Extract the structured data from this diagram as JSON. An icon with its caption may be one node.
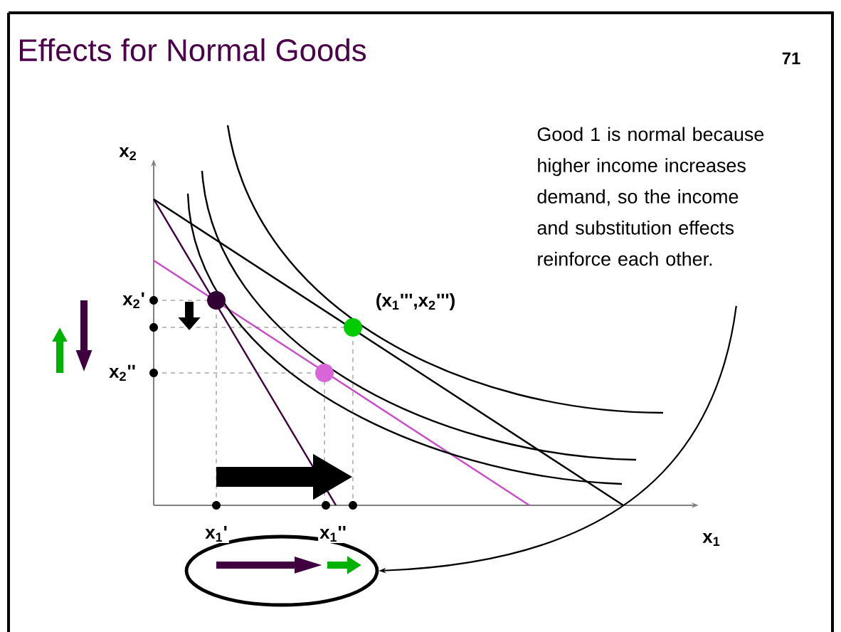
{
  "diagram": {
    "title": "Effects for Normal Goods",
    "nodes": [
      {
        "text": [
          "Good 1 is normal because higher income increases demand, so the income and substitution effects reinforce each other."
        ]
      },
      {
        "text": [],
        "shape": "ellipse"
      }
    ],
    "edges": [
      {
        "from": 0,
        "to": 1,
        "arrow": "to"
      }
    ],
    "labels": [
      "71",
      "x$_{2}$",
      "x$_{1}$",
      "x$_{2}$'",
      "x$_{2}$''",
      "x$_{1}$'",
      "x$_{1}$''",
      "(x$_{1}$''',x$_{2}$''')"
    ]
  }
}
